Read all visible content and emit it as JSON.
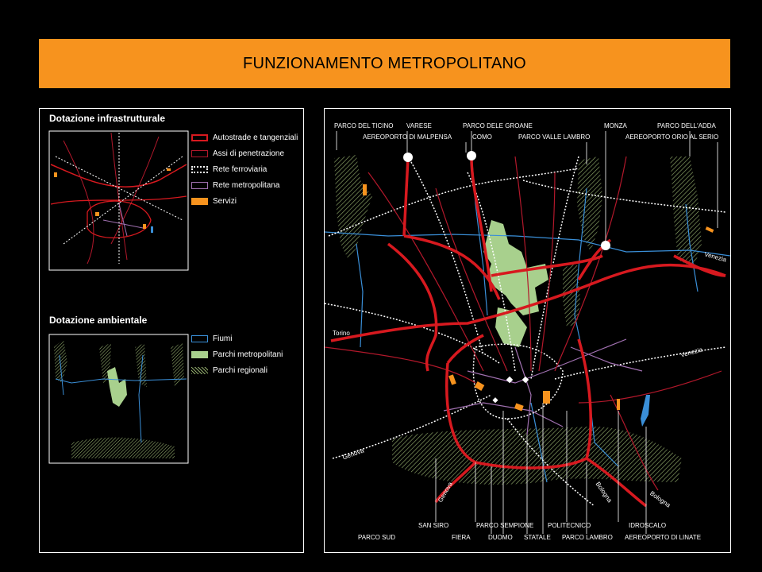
{
  "title": "FUNZIONAMENTO METROPOLITANO",
  "left": {
    "infra_title": "Dotazione infrastrutturale",
    "infra_legend": [
      "Autostrade e tangenziali",
      "Assi di penetrazione",
      "Rete ferroviaria",
      "Rete metropolitana",
      "Servizi"
    ],
    "env_title": "Dotazione ambientale",
    "env_legend": [
      "Fiumi",
      "Parchi metropolitani",
      "Parchi regionali"
    ]
  },
  "map_labels": {
    "parco_ticino": "PARCO DEL TICINO",
    "varese": "VARESE",
    "malpensa": "AEREOPORTO DI MALPENSA",
    "groane": "PARCO DELE GROANE",
    "como": "COMO",
    "valle_lambro": "PARCO VALLE LAMBRO",
    "monza": "MONZA",
    "adda": "PARCO DELL'ADDA",
    "orio": "AEREOPORTO ORIO AL SERIO",
    "venezia1": "Venezia",
    "torino": "Torino",
    "venezia2": "Venezia",
    "genova1": "Genova",
    "genova2": "Genova",
    "bologna1": "Bologna",
    "bologna2": "Bologna",
    "san_siro": "SAN SIRO",
    "parco_sempione": "PARCO SEMPIONE",
    "politecnico": "POLITECNICO",
    "idroscalo": "IDROSCALO",
    "parco_sud": "PARCO SUD",
    "fiera": "FIERA",
    "duomo": "DUOMO",
    "statale": "STATALE",
    "parco_lambro": "PARCO LAMBRO",
    "linate": "AEREOPORTO DI LINATE"
  },
  "colors": {
    "accent": "#f7931e",
    "highway": "#d7191f",
    "radial": "#b2182b",
    "rail": "#ffffff",
    "metro": "#a070b0",
    "services": "#f7931e",
    "river": "#3a8fd8",
    "metro_park": "#a8d08d",
    "regional_park": "#8fa86a"
  }
}
